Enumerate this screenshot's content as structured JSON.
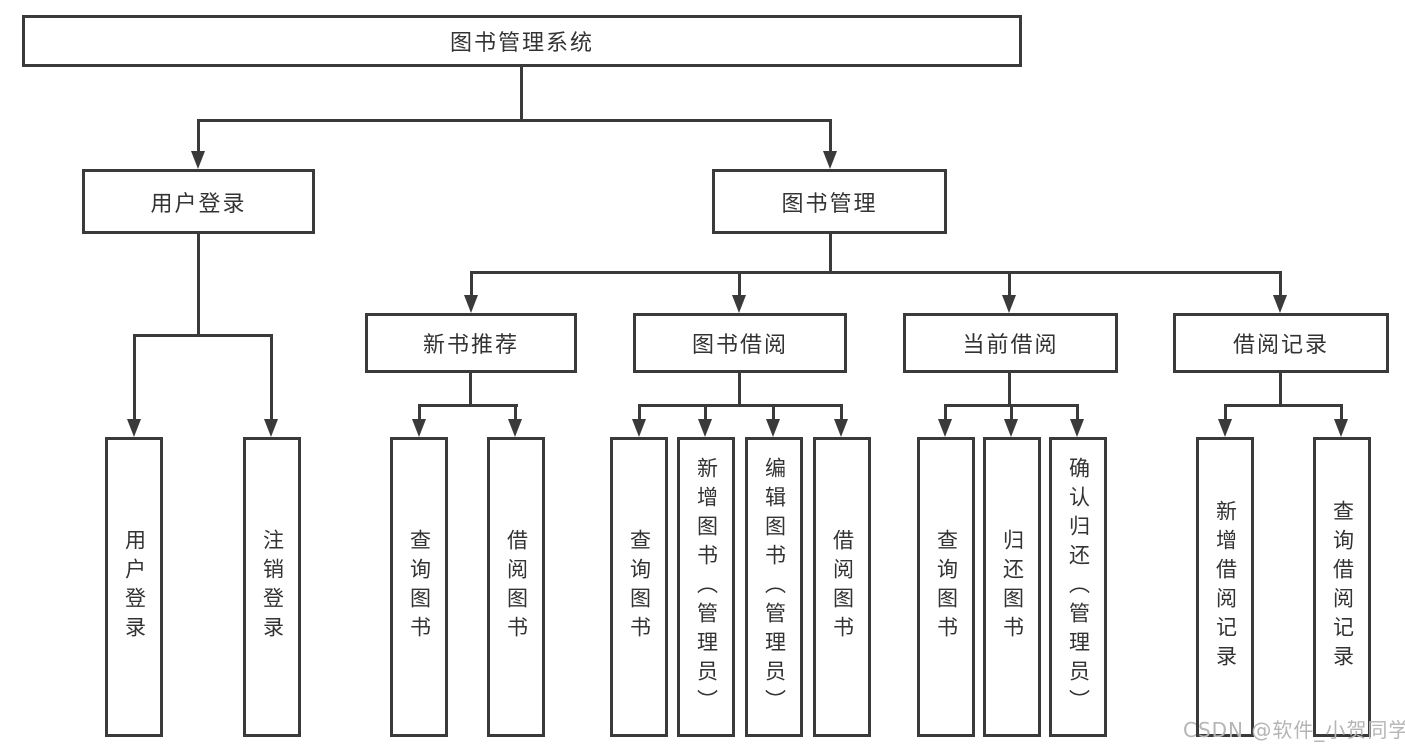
{
  "tree": {
    "root": {
      "label": "图书管理系统",
      "children": [
        {
          "label": "用户登录",
          "children": [
            {
              "label": "用户登录"
            },
            {
              "label": "注销登录"
            }
          ]
        },
        {
          "label": "图书管理",
          "children": [
            {
              "label": "新书推荐",
              "children": [
                {
                  "label": "查询图书"
                },
                {
                  "label": "借阅图书"
                }
              ]
            },
            {
              "label": "图书借阅",
              "children": [
                {
                  "label": "查询图书"
                },
                {
                  "label": "新增图书（管理员）"
                },
                {
                  "label": "编辑图书（管理员）"
                },
                {
                  "label": "借阅图书"
                }
              ]
            },
            {
              "label": "当前借阅",
              "children": [
                {
                  "label": "查询图书"
                },
                {
                  "label": "归还图书"
                },
                {
                  "label": "确认归还（管理员）"
                }
              ]
            },
            {
              "label": "借阅记录",
              "children": [
                {
                  "label": "新增借阅记录"
                },
                {
                  "label": "查询借阅记录"
                }
              ]
            }
          ]
        }
      ]
    }
  },
  "watermark": {
    "text": "CSDN @软件_小贺同学"
  },
  "colors": {
    "line": "#3a3a3a",
    "text": "#333333",
    "box_background": "#ffffff",
    "watermark": "#b5b5b5"
  }
}
